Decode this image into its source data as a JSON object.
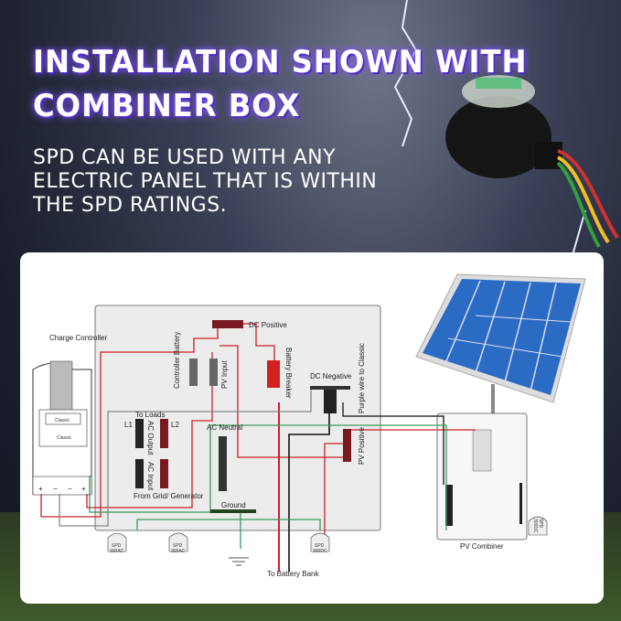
{
  "headline": {
    "line1": "INSTALLATION SHOWN WITH",
    "line2": "COMBINER BOX"
  },
  "subtitle": {
    "line1": "SPD CAN BE USED WITH ANY",
    "line2": "ELECTRIC PANEL THAT IS WITHIN",
    "line3": "THE SPD RATINGS."
  },
  "diagram": {
    "charge_controller": "Charge Controller",
    "controller_screen": "Classic",
    "controller_brand": "Classic",
    "terminals": [
      "+",
      "−",
      "−",
      "+"
    ],
    "dc_positive": "DC Positive",
    "controller_battery": "Controller Battery",
    "pv_input": "PV Input",
    "battery_breaker": "Battery Breaker",
    "dc_negative": "DC Negative",
    "purple_wire": "Purple wire to Classic",
    "to_loads": "To Loads",
    "l1": "L1",
    "l2": "L2",
    "ac_output": "AC Output",
    "ac_input": "AC Input",
    "from_grid": "From Grid/ Generator",
    "ac_neutral": "AC Neutral",
    "ground": "Ground",
    "pv_positive": "PV Positive",
    "to_battery": "To Battery Bank",
    "pv_combiner": "PV Combiner",
    "spd_label": "SPD",
    "spd_ac": "300AC",
    "spd_dc": "300DC"
  },
  "colors": {
    "red_wire": "#c8202a",
    "green_wire": "#3a9a5a",
    "black_wire": "#111111",
    "gray_wire": "#888888",
    "panel": "#ececec",
    "solar": "#2a6bc4"
  }
}
